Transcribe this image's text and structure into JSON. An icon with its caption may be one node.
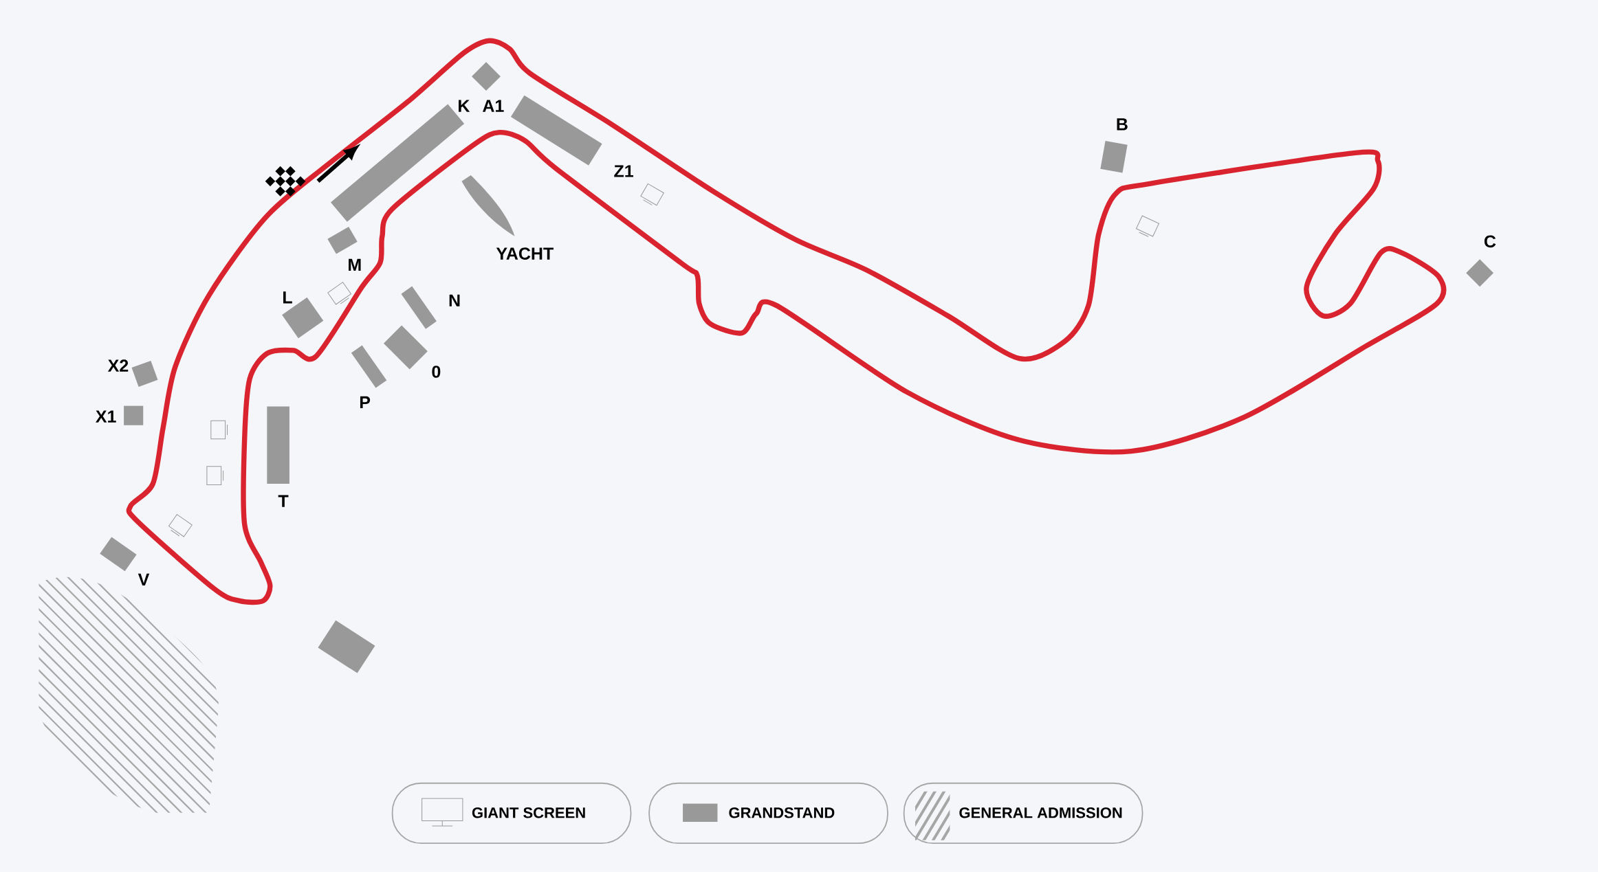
{
  "diagram": {
    "nodes": [
      {
        "text": [
          "A1"
        ]
      },
      {
        "text": [
          "K"
        ]
      },
      {
        "text": [
          "Z1"
        ]
      },
      {
        "text": [
          "B"
        ]
      },
      {
        "text": [
          "YACHT"
        ]
      },
      {
        "text": [
          "M"
        ]
      },
      {
        "text": [
          "L"
        ]
      },
      {
        "text": [
          "N"
        ]
      },
      {
        "text": [
          "C"
        ]
      },
      {
        "text": [
          "X2"
        ]
      },
      {
        "text": [
          "0"
        ]
      },
      {
        "text": [
          "P"
        ]
      },
      {
        "text": [
          "X1"
        ]
      },
      {
        "text": [
          "T"
        ]
      },
      {
        "text": [
          "V"
        ]
      },
      {
        "text": [],
        "shape": "box"
      }
    ],
    "edges": [],
    "legend": [
      {
        "text": "GIANT SCREEN"
      },
      {
        "text": "GRANDSTAND",
        "color": "#999999"
      },
      {
        "text": "GENERAL ADMISSION"
      }
    ]
  }
}
